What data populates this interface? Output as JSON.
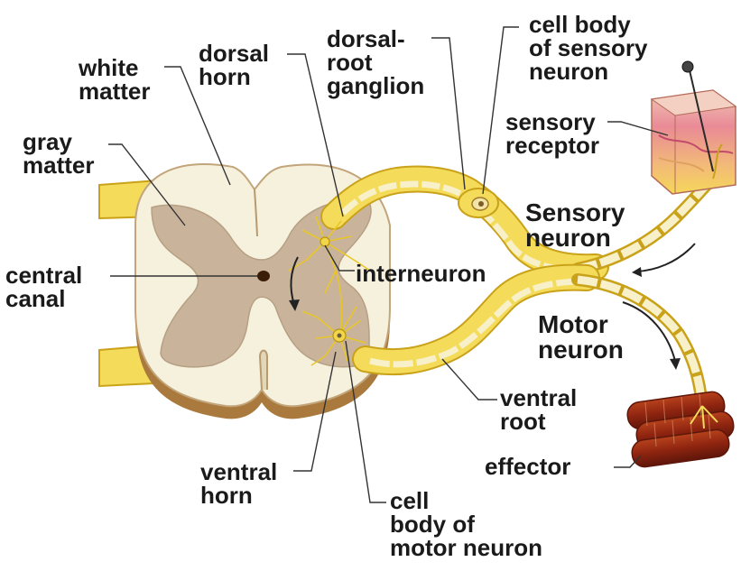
{
  "diagram": {
    "colors": {
      "white_matter": "#f6f1dd",
      "gray_matter": "#c9b49b",
      "outline": "#a9793d",
      "nerve": "#f4dc5a",
      "nerve_dark": "#c9a21a",
      "myelin": "#f7f0c8",
      "muscle": "#9b2a12",
      "skin": "#f2b7a4",
      "label": "#1a1a1a",
      "leader": "#333333"
    },
    "labels": {
      "white_matter": [
        "white",
        "matter"
      ],
      "gray_matter": [
        "gray",
        "matter"
      ],
      "dorsal_horn": [
        "dorsal",
        "horn"
      ],
      "dorsal_root_ganglion": [
        "dorsal-",
        "root",
        "ganglion"
      ],
      "cell_body_sensory": [
        "cell body",
        "of sensory",
        "neuron"
      ],
      "sensory_receptor": [
        "sensory",
        "receptor"
      ],
      "sensory_neuron": [
        "Sensory",
        "neuron"
      ],
      "central_canal": [
        "central",
        "canal"
      ],
      "interneuron": "interneuron",
      "motor_neuron": [
        "Motor",
        "neuron"
      ],
      "ventral_root": [
        "ventral",
        "root"
      ],
      "effector": "effector",
      "ventral_horn": [
        "ventral",
        "horn"
      ],
      "cell_body_motor": [
        "cell",
        "body of",
        "motor neuron"
      ]
    }
  }
}
